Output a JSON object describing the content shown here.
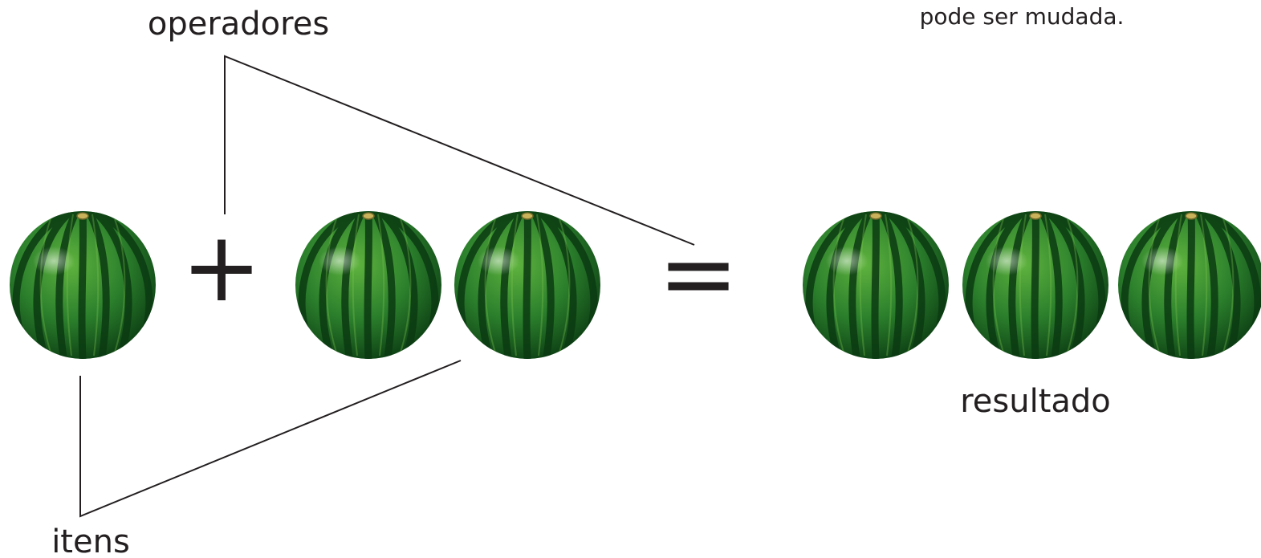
{
  "labels": {
    "operators": "operadores",
    "items": "itens",
    "result": "resultado",
    "note": "pode ser mudada."
  },
  "symbols": {
    "plus": "+",
    "equals": "="
  },
  "equation": {
    "left_item_count": 1,
    "right_item_count": 2,
    "result_item_count": 3
  },
  "colors": {
    "text": "#231f20",
    "melon_dark": "#0d3f14",
    "melon_mid": "#1f6e25",
    "melon_light": "#5fb33e",
    "stem": "#c9b25a"
  }
}
